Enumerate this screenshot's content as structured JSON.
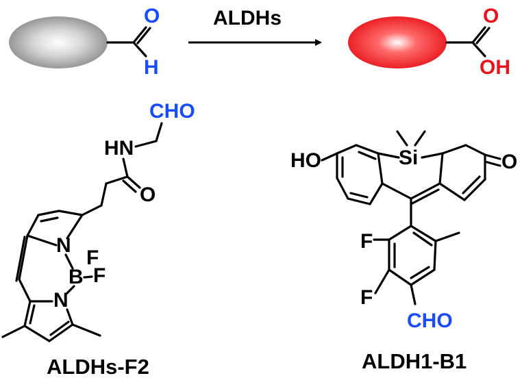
{
  "colors": {
    "aldehyde": "#1a4cff",
    "acid": "#e8141a",
    "substrate": "#888888",
    "bond": "#000000"
  },
  "reaction": {
    "arrow_label": "ALDHs",
    "aldehyde_o": "O",
    "aldehyde_h": "H",
    "acid_o": "O",
    "acid_oh": "OH"
  },
  "probe_f2": {
    "name": "ALDHs-F2",
    "cho": "CHO",
    "hn": "HN",
    "amide_o": "O",
    "n_top": "N",
    "n_bottom": "N",
    "boron": "B",
    "f_top": "F",
    "f_right": "F"
  },
  "probe_b1": {
    "name": "ALDH1-B1",
    "ho": "HO",
    "si": "Si",
    "ketone_o": "O",
    "f_upper": "F",
    "f_lower": "F",
    "cho": "CHO"
  }
}
